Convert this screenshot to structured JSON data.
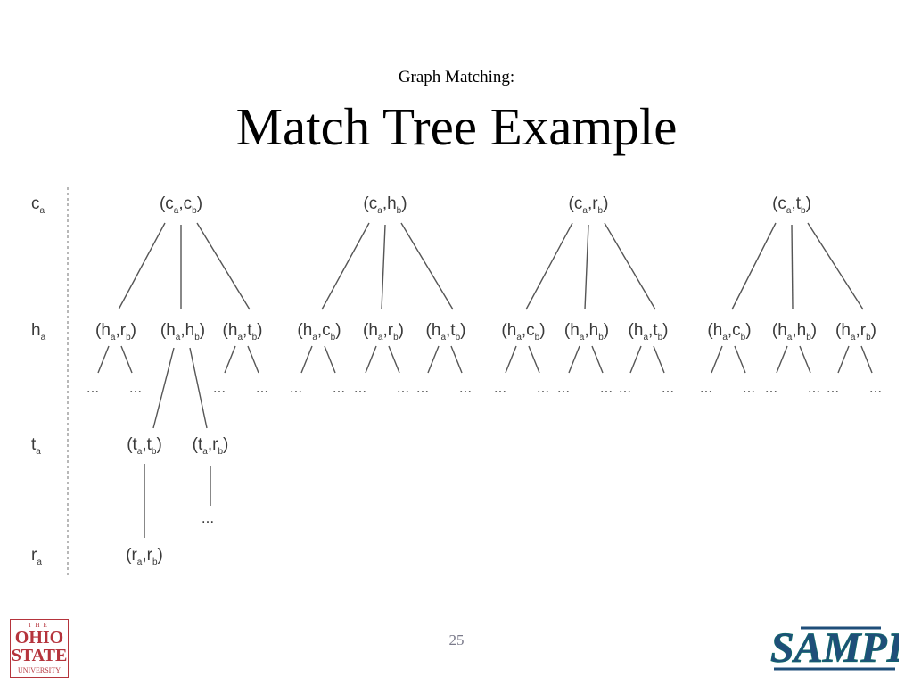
{
  "slide": {
    "subtitle": "Graph Matching:",
    "title": "Match Tree Example",
    "page_number": "25"
  },
  "diagram": {
    "level_labels": [
      {
        "base": "c",
        "sub": "a"
      },
      {
        "base": "h",
        "sub": "a"
      },
      {
        "base": "t",
        "sub": "a"
      },
      {
        "base": "r",
        "sub": "a"
      }
    ],
    "roots": [
      [
        {
          "b": "c",
          "s": "a"
        },
        {
          "b": "c",
          "s": "b"
        }
      ],
      [
        {
          "b": "c",
          "s": "a"
        },
        {
          "b": "h",
          "s": "b"
        }
      ],
      [
        {
          "b": "c",
          "s": "a"
        },
        {
          "b": "r",
          "s": "b"
        }
      ],
      [
        {
          "b": "c",
          "s": "a"
        },
        {
          "b": "t",
          "s": "b"
        }
      ]
    ],
    "level2": [
      [
        [
          {
            "b": "h",
            "s": "a"
          },
          {
            "b": "r",
            "s": "b"
          }
        ],
        [
          {
            "b": "h",
            "s": "a"
          },
          {
            "b": "h",
            "s": "b"
          }
        ],
        [
          {
            "b": "h",
            "s": "a"
          },
          {
            "b": "t",
            "s": "b"
          }
        ]
      ],
      [
        [
          {
            "b": "h",
            "s": "a"
          },
          {
            "b": "c",
            "s": "b"
          }
        ],
        [
          {
            "b": "h",
            "s": "a"
          },
          {
            "b": "r",
            "s": "b"
          }
        ],
        [
          {
            "b": "h",
            "s": "a"
          },
          {
            "b": "t",
            "s": "b"
          }
        ]
      ],
      [
        [
          {
            "b": "h",
            "s": "a"
          },
          {
            "b": "c",
            "s": "b"
          }
        ],
        [
          {
            "b": "h",
            "s": "a"
          },
          {
            "b": "h",
            "s": "b"
          }
        ],
        [
          {
            "b": "h",
            "s": "a"
          },
          {
            "b": "t",
            "s": "b"
          }
        ]
      ],
      [
        [
          {
            "b": "h",
            "s": "a"
          },
          {
            "b": "c",
            "s": "b"
          }
        ],
        [
          {
            "b": "h",
            "s": "a"
          },
          {
            "b": "h",
            "s": "b"
          }
        ],
        [
          {
            "b": "h",
            "s": "a"
          },
          {
            "b": "r",
            "s": "b"
          }
        ]
      ]
    ],
    "level3": [
      [
        {
          "b": "t",
          "s": "a"
        },
        {
          "b": "t",
          "s": "b"
        }
      ],
      [
        {
          "b": "t",
          "s": "a"
        },
        {
          "b": "r",
          "s": "b"
        }
      ]
    ],
    "level4": [
      [
        {
          "b": "r",
          "s": "a"
        },
        {
          "b": "r",
          "s": "b"
        }
      ]
    ],
    "ellipsis": "..."
  },
  "logos": {
    "osu": {
      "top": "THE",
      "line1": "OHIO",
      "line2": "STATE",
      "line3": "UNIVERSITY"
    },
    "samp": {
      "text": "SAMPL"
    }
  }
}
